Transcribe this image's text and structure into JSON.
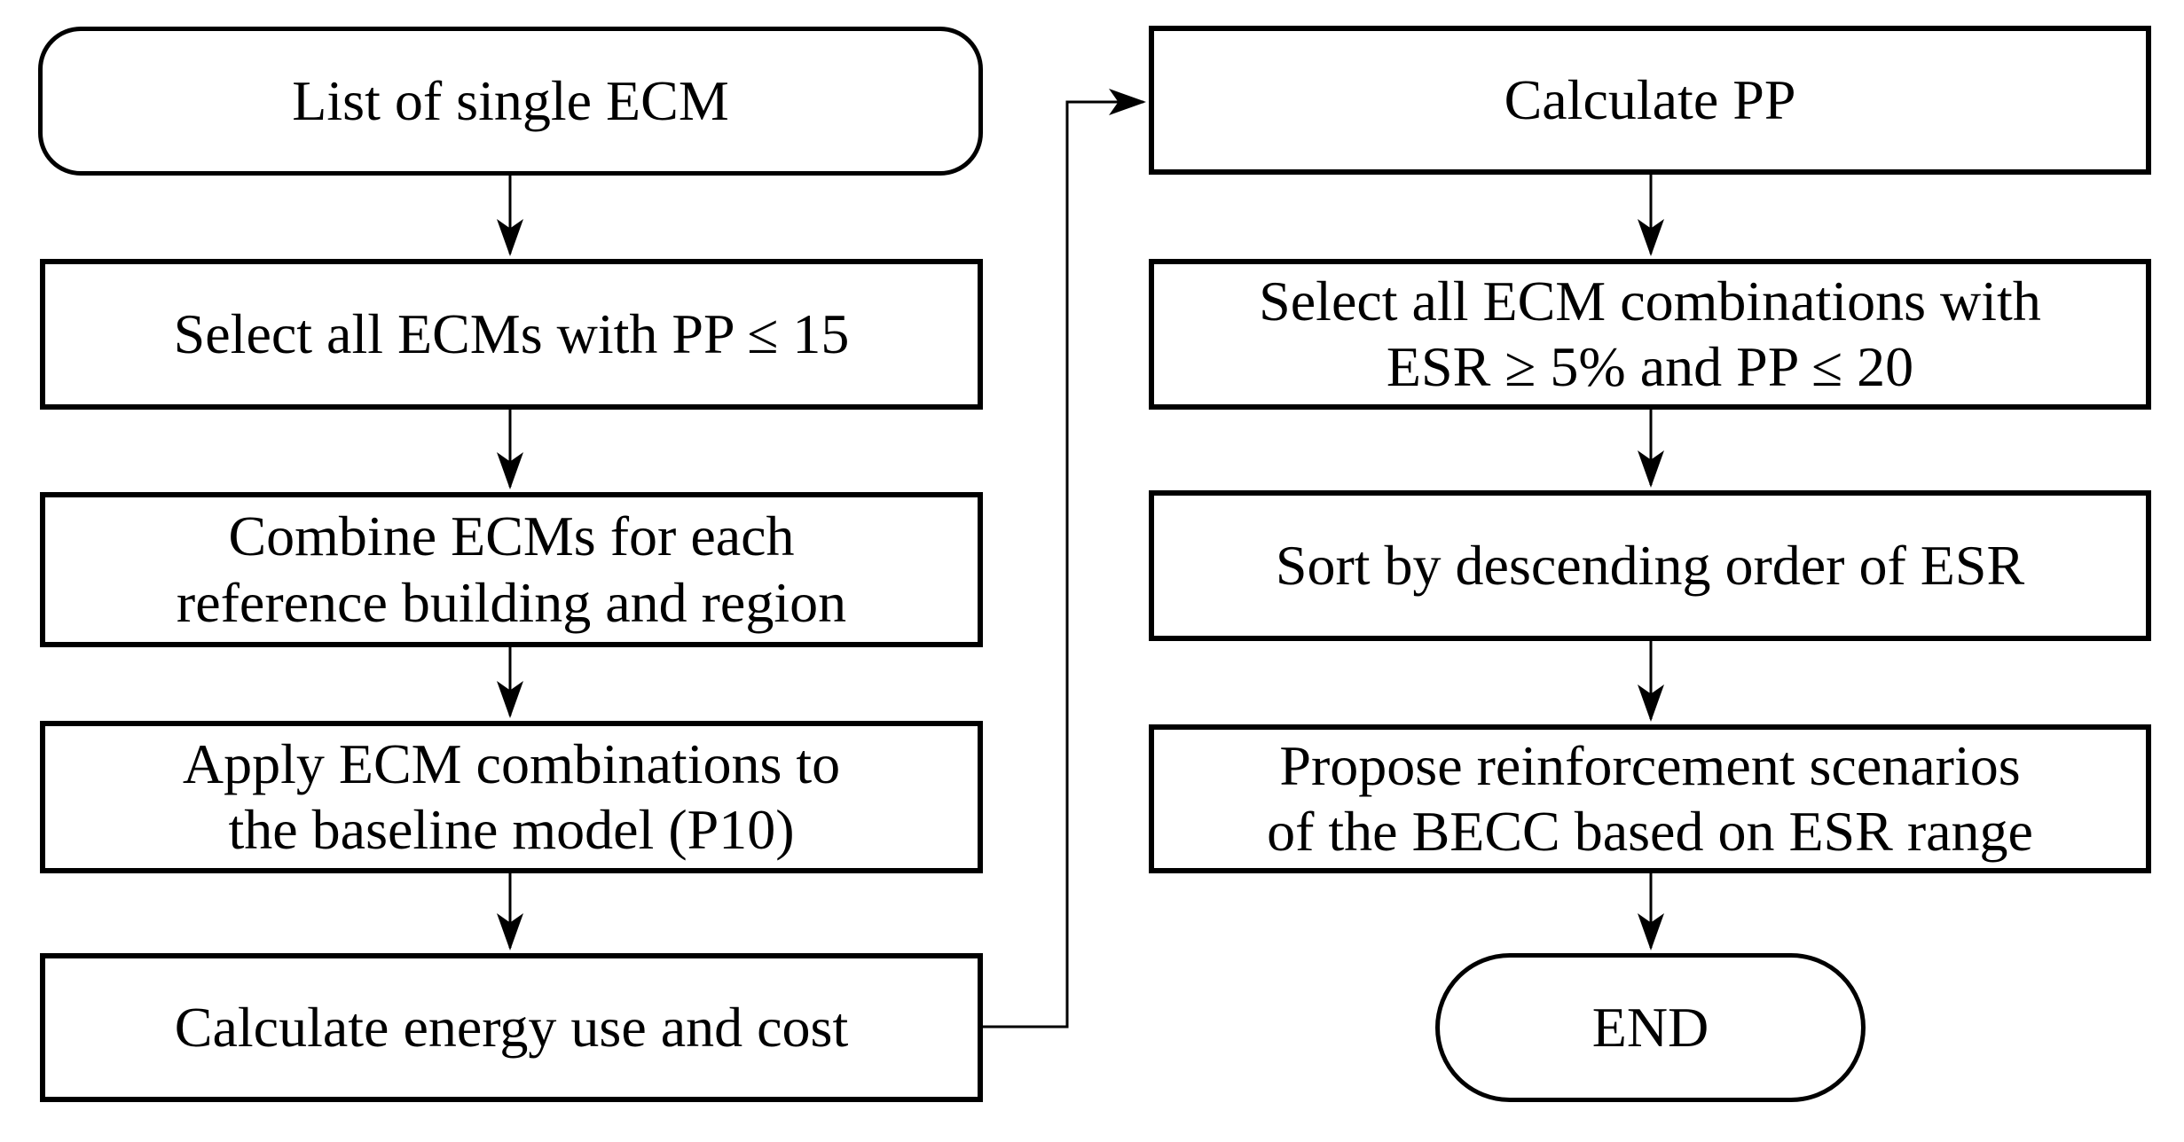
{
  "figure": {
    "type": "flowchart",
    "background_color": "#ffffff",
    "stroke_color": "#000000",
    "text_color": "#000000"
  },
  "flowchart": {
    "left_column": [
      {
        "id": "start",
        "shape": "terminator",
        "label": "List of single ECM"
      },
      {
        "id": "select-ecms",
        "shape": "process",
        "label": "Select all ECMs with PP ≤ 15"
      },
      {
        "id": "combine-ecms",
        "shape": "process",
        "label": "Combine ECMs for each\nreference building and region"
      },
      {
        "id": "apply-combinations",
        "shape": "process",
        "label": "Apply ECM combinations to\nthe baseline model (P10)"
      },
      {
        "id": "calculate-energy",
        "shape": "process",
        "label": "Calculate energy use and cost"
      }
    ],
    "right_column": [
      {
        "id": "calculate-pp",
        "shape": "process",
        "label": "Calculate PP"
      },
      {
        "id": "select-combinations",
        "shape": "process",
        "label": "Select all ECM combinations with\nESR ≥ 5% and PP ≤ 20"
      },
      {
        "id": "sort-esr",
        "shape": "process",
        "label": "Sort by descending order of ESR"
      },
      {
        "id": "propose-scenarios",
        "shape": "process",
        "label": "Propose reinforcement scenarios\nof the BECC based on ESR range"
      },
      {
        "id": "end",
        "shape": "terminator",
        "label": "END"
      }
    ]
  }
}
